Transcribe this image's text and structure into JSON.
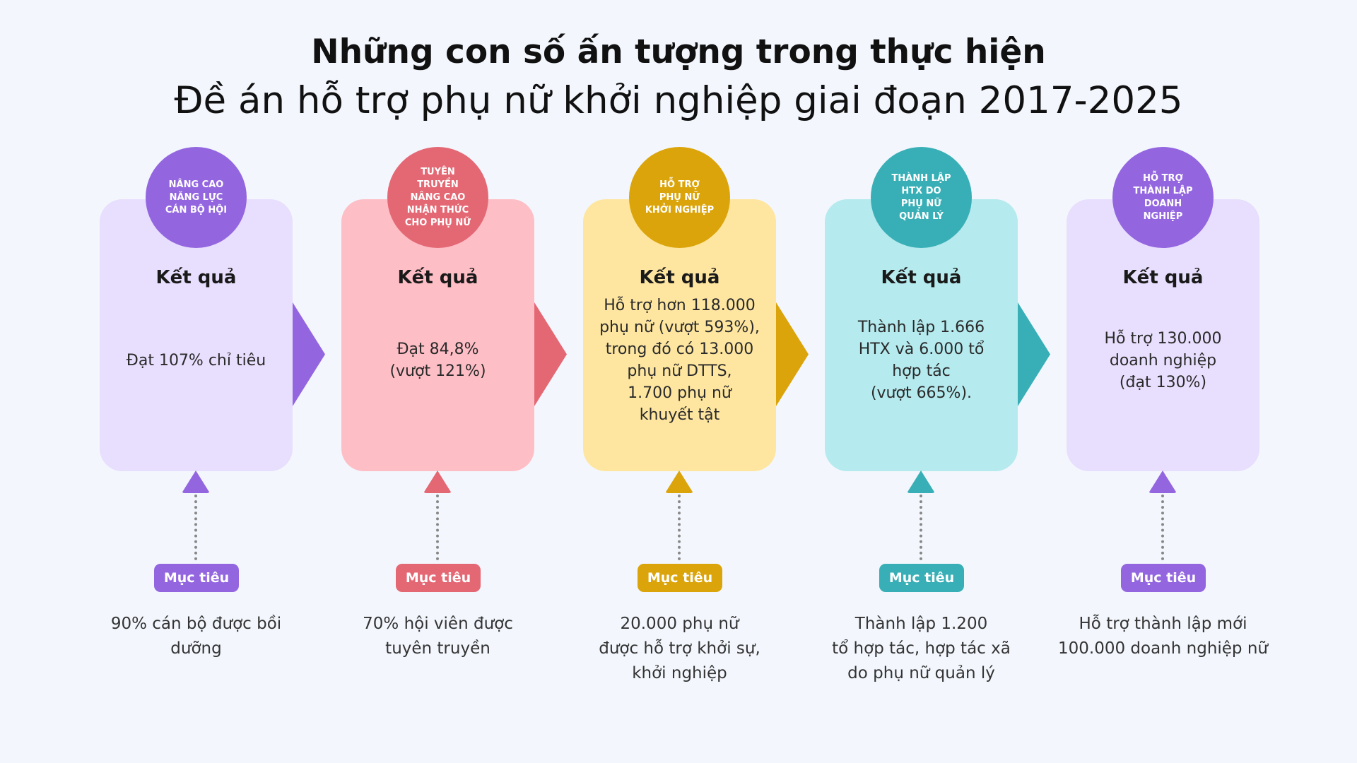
{
  "title_line1": "Những con số ấn tượng trong thực hiện",
  "title_line2": "Đề án hỗ trợ phụ nữ khởi nghiệp giai đoạn 2017-2025",
  "result_label": "Kết quả",
  "goal_label": "Mục tiêu",
  "items": [
    {
      "circle": "NÂNG CAO\nNĂNG LỰC\nCÁN BỘ HỘI",
      "result": "Đạt 107% chỉ tiêu",
      "goal": "90% cán bộ được bồi\ndưỡng",
      "color": "#9366E0",
      "light": "#E8DEFD"
    },
    {
      "circle": "TUYÊN\nTRUYỀN\nNÂNG CAO\nNHẬN THỨC\nCHO PHỤ NỮ",
      "result": "Đạt 84,8%\n(vượt 121%)",
      "goal": "70% hội viên được\ntuyên truyền",
      "color": "#E46874",
      "light": "#FEBEC6"
    },
    {
      "circle": "HỖ TRỢ\nPHỤ NỮ\nKHỞI NGHIỆP",
      "result": "Hỗ trợ hơn 118.000\nphụ nữ  (vượt 593%),\ntrong đó có 13.000\nphụ nữ DTTS,\n1.700 phụ nữ\nkhuyết tật",
      "goal": "20.000 phụ nữ\nđược hỗ trợ khởi sự,\nkhởi nghiệp",
      "color": "#DBA40A",
      "light": "#FEE6A0"
    },
    {
      "circle": "THÀNH LẬP\nHTX DO\nPHỤ NỮ\nQUẢN LÝ",
      "result": "Thành lập 1.666\nHTX và 6.000 tổ\nhợp tác\n(vượt 665%).",
      "goal": "Thành lập 1.200\ntổ hợp tác, hợp tác xã\ndo phụ nữ quản lý",
      "color": "#38AFB6",
      "light": "#B5EAEE"
    },
    {
      "circle": "HỖ TRỢ\nTHÀNH LẬP\nDOANH\nNGHIỆP",
      "result": "Hỗ trợ 130.000\ndoanh nghiệp\n(đạt 130%)",
      "goal": "Hỗ trợ thành lập mới\n100.000 doanh nghiệp nữ",
      "color": "#9366E0",
      "light": "#E8DEFD"
    }
  ]
}
